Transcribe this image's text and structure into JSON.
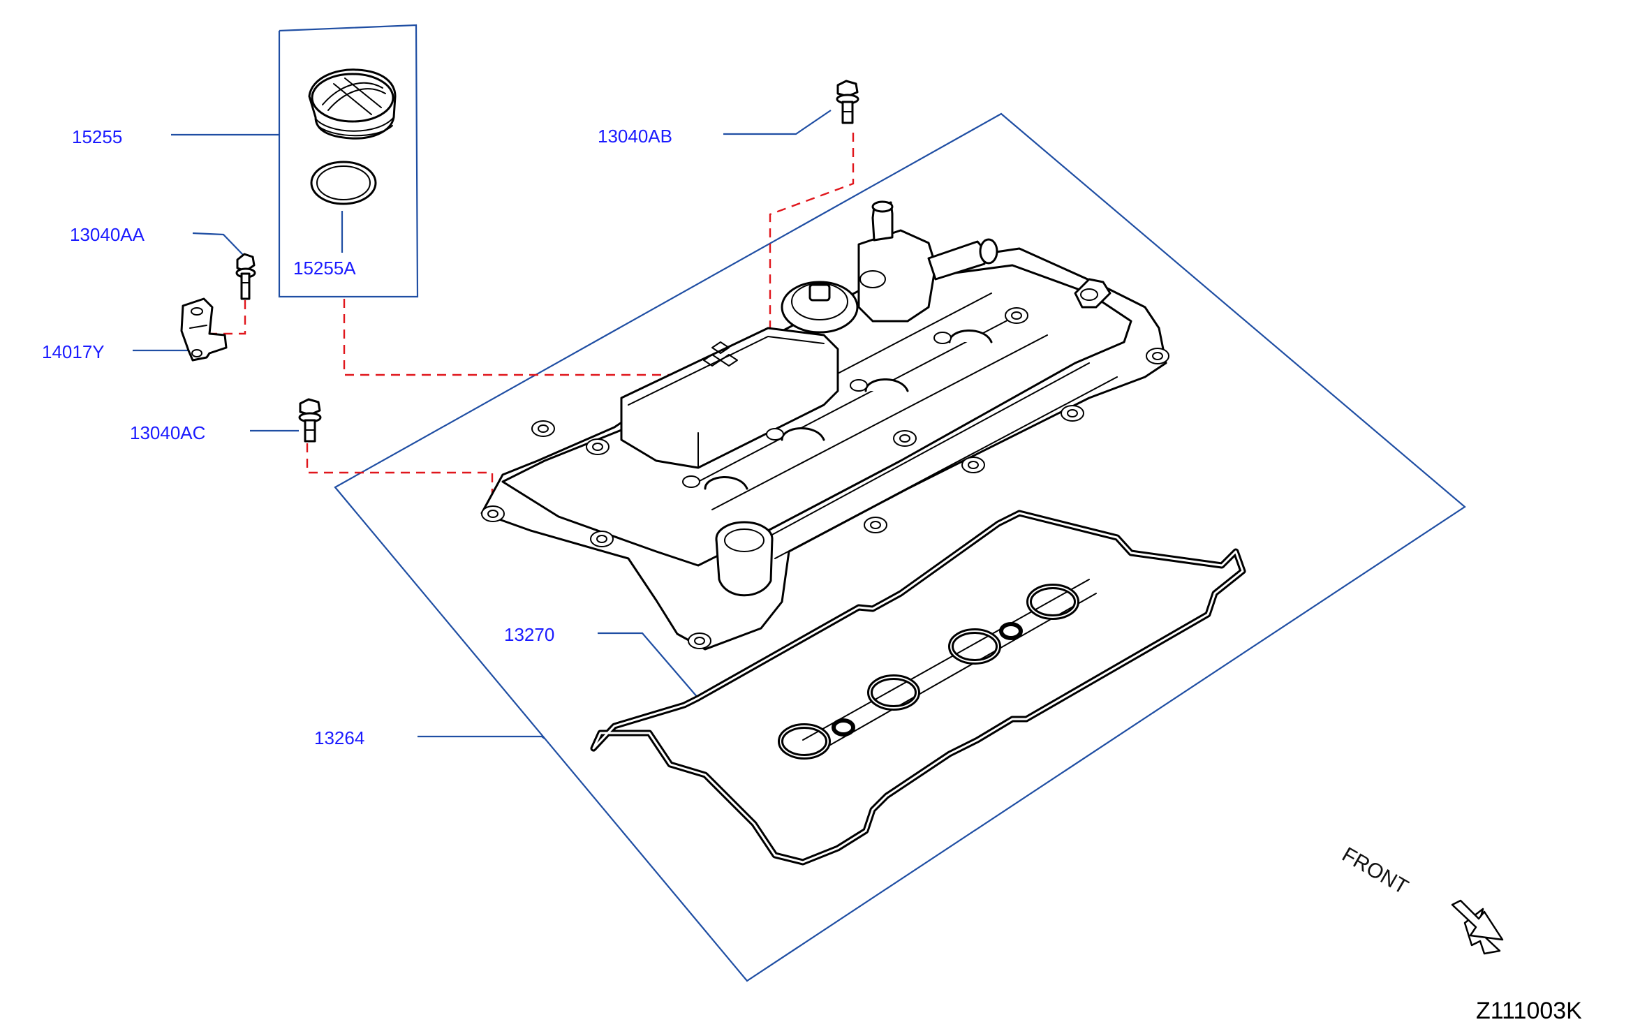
{
  "parts": [
    {
      "id": "15255",
      "label": "15255"
    },
    {
      "id": "15255A",
      "label": "15255A"
    },
    {
      "id": "13040AA",
      "label": "13040AA"
    },
    {
      "id": "14017Y",
      "label": "14017Y"
    },
    {
      "id": "13040AB",
      "label": "13040AB"
    },
    {
      "id": "13040AC",
      "label": "13040AC"
    },
    {
      "id": "13270",
      "label": "13270"
    },
    {
      "id": "13264",
      "label": "13264"
    }
  ],
  "front_label": "FRONT",
  "diagram_code": "Z111003K",
  "colors": {
    "label_text": "#1a1aff",
    "leader_line": "#1f4ea3",
    "dashed_line": "#e0161c",
    "outline": "#000000"
  }
}
